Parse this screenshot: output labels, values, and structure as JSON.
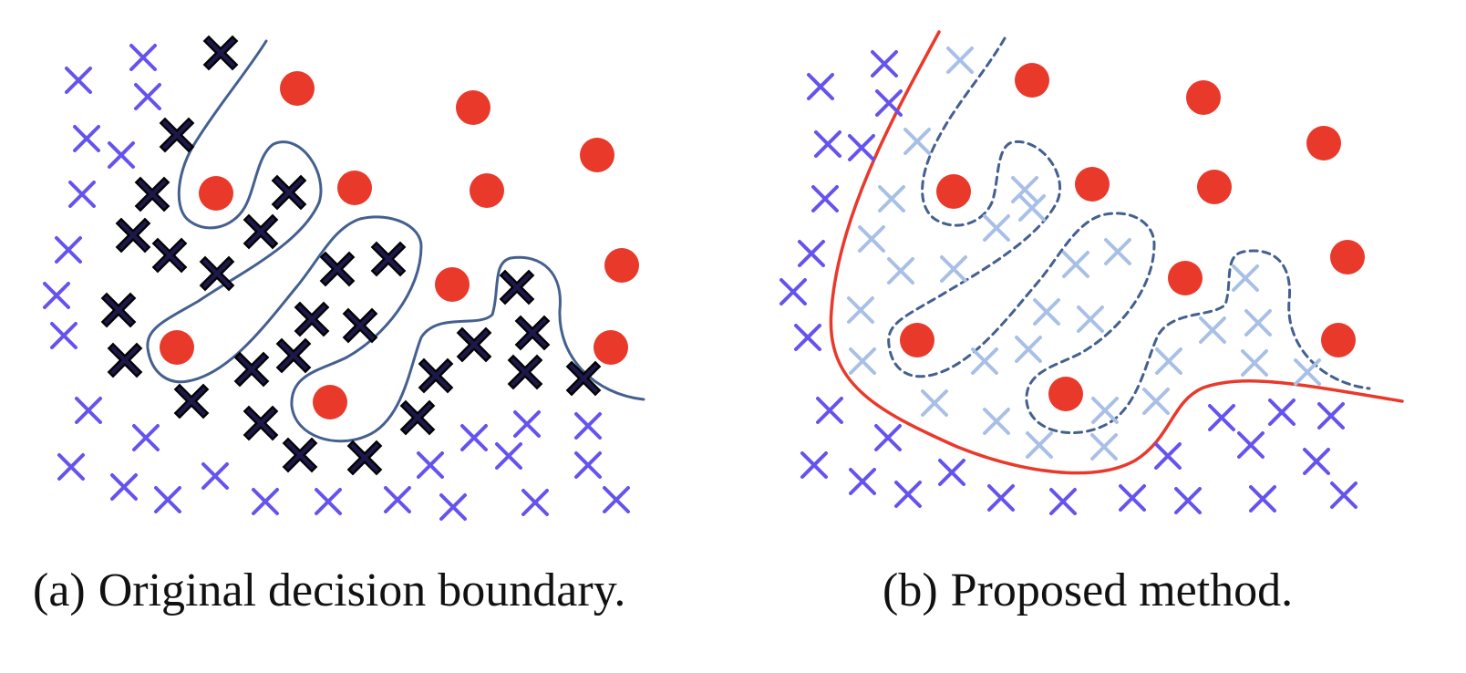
{
  "colors": {
    "class_x": "#6553ee",
    "class_x_faded": "#a9c0e6",
    "class_x_highlight": "#1c1848",
    "class_o": "#e8392b",
    "boundary_original": "#44608f",
    "boundary_proposed": "#e8392b"
  },
  "captions": {
    "a": {
      "label": "(a)",
      "text": "Original decision boundary."
    },
    "b": {
      "label": "(b)",
      "text": "Proposed method."
    }
  },
  "panels": {
    "a": {
      "marks_x_highlight": [
        [
          242,
          58
        ],
        [
          194,
          148
        ],
        [
          167,
          213
        ],
        [
          317,
          211
        ],
        [
          146,
          258
        ],
        [
          186,
          280
        ],
        [
          286,
          254
        ],
        [
          238,
          300
        ],
        [
          370,
          295
        ],
        [
          426,
          284
        ],
        [
          130,
          340
        ],
        [
          137,
          395
        ],
        [
          342,
          350
        ],
        [
          395,
          357
        ],
        [
          322,
          390
        ],
        [
          276,
          405
        ],
        [
          210,
          440
        ],
        [
          567,
          315
        ],
        [
          584,
          365
        ],
        [
          520,
          378
        ],
        [
          478,
          412
        ],
        [
          576,
          408
        ],
        [
          640,
          415
        ],
        [
          458,
          458
        ],
        [
          286,
          464
        ],
        [
          329,
          499
        ],
        [
          400,
          502
        ]
      ],
      "marks_x": [
        [
          86,
          88
        ],
        [
          157,
          63
        ],
        [
          162,
          106
        ],
        [
          95,
          152
        ],
        [
          133,
          170
        ],
        [
          90,
          213
        ],
        [
          75,
          274
        ],
        [
          62,
          324
        ],
        [
          70,
          368
        ],
        [
          97,
          450
        ],
        [
          160,
          480
        ],
        [
          78,
          512
        ],
        [
          136,
          534
        ],
        [
          184,
          548
        ],
        [
          236,
          522
        ],
        [
          291,
          550
        ],
        [
          360,
          550
        ],
        [
          436,
          548
        ],
        [
          497,
          556
        ],
        [
          472,
          510
        ],
        [
          520,
          480
        ],
        [
          558,
          500
        ],
        [
          578,
          465
        ],
        [
          645,
          467
        ],
        [
          645,
          510
        ],
        [
          587,
          551
        ],
        [
          676,
          548
        ]
      ],
      "marks_o": [
        [
          326,
          97
        ],
        [
          519,
          118
        ],
        [
          655,
          170
        ],
        [
          237,
          212
        ],
        [
          389,
          206
        ],
        [
          534,
          209
        ],
        [
          682,
          291
        ],
        [
          496,
          312
        ],
        [
          194,
          381
        ],
        [
          670,
          381
        ],
        [
          362,
          441
        ]
      ]
    },
    "b": {
      "marks_x": [
        [
          900,
          95
        ],
        [
          970,
          70
        ],
        [
          975,
          113
        ],
        [
          908,
          158
        ],
        [
          945,
          162
        ],
        [
          905,
          218
        ],
        [
          890,
          278
        ],
        [
          870,
          320
        ],
        [
          886,
          370
        ],
        [
          910,
          450
        ],
        [
          974,
          480
        ],
        [
          893,
          510
        ],
        [
          946,
          528
        ],
        [
          996,
          542
        ],
        [
          1044,
          518
        ],
        [
          1098,
          546
        ],
        [
          1166,
          550
        ],
        [
          1242,
          546
        ],
        [
          1303,
          549
        ],
        [
          1281,
          500
        ],
        [
          1340,
          458
        ],
        [
          1372,
          488
        ],
        [
          1406,
          452
        ],
        [
          1460,
          456
        ],
        [
          1444,
          506
        ],
        [
          1385,
          547
        ],
        [
          1474,
          543
        ]
      ],
      "marks_x_faded": [
        [
          1053,
          66
        ],
        [
          1006,
          155
        ],
        [
          978,
          218
        ],
        [
          1124,
          208
        ],
        [
          956,
          262
        ],
        [
          1093,
          250
        ],
        [
          1132,
          228
        ],
        [
          988,
          297
        ],
        [
          1046,
          295
        ],
        [
          1180,
          290
        ],
        [
          1226,
          276
        ],
        [
          944,
          340
        ],
        [
          1148,
          342
        ],
        [
          1196,
          350
        ],
        [
          1366,
          305
        ],
        [
          1380,
          354
        ],
        [
          1330,
          362
        ],
        [
          946,
          396
        ],
        [
          1080,
          396
        ],
        [
          1128,
          383
        ],
        [
          1282,
          396
        ],
        [
          1376,
          398
        ],
        [
          1434,
          408
        ],
        [
          1025,
          442
        ],
        [
          1093,
          462
        ],
        [
          1212,
          450
        ],
        [
          1268,
          440
        ],
        [
          1140,
          488
        ],
        [
          1211,
          490
        ]
      ],
      "marks_o": [
        [
          1132,
          88
        ],
        [
          1320,
          107
        ],
        [
          1452,
          157
        ],
        [
          1046,
          210
        ],
        [
          1198,
          202
        ],
        [
          1332,
          205
        ],
        [
          1478,
          282
        ],
        [
          1300,
          305
        ],
        [
          1006,
          373
        ],
        [
          1468,
          373
        ],
        [
          1169,
          432
        ]
      ]
    }
  }
}
